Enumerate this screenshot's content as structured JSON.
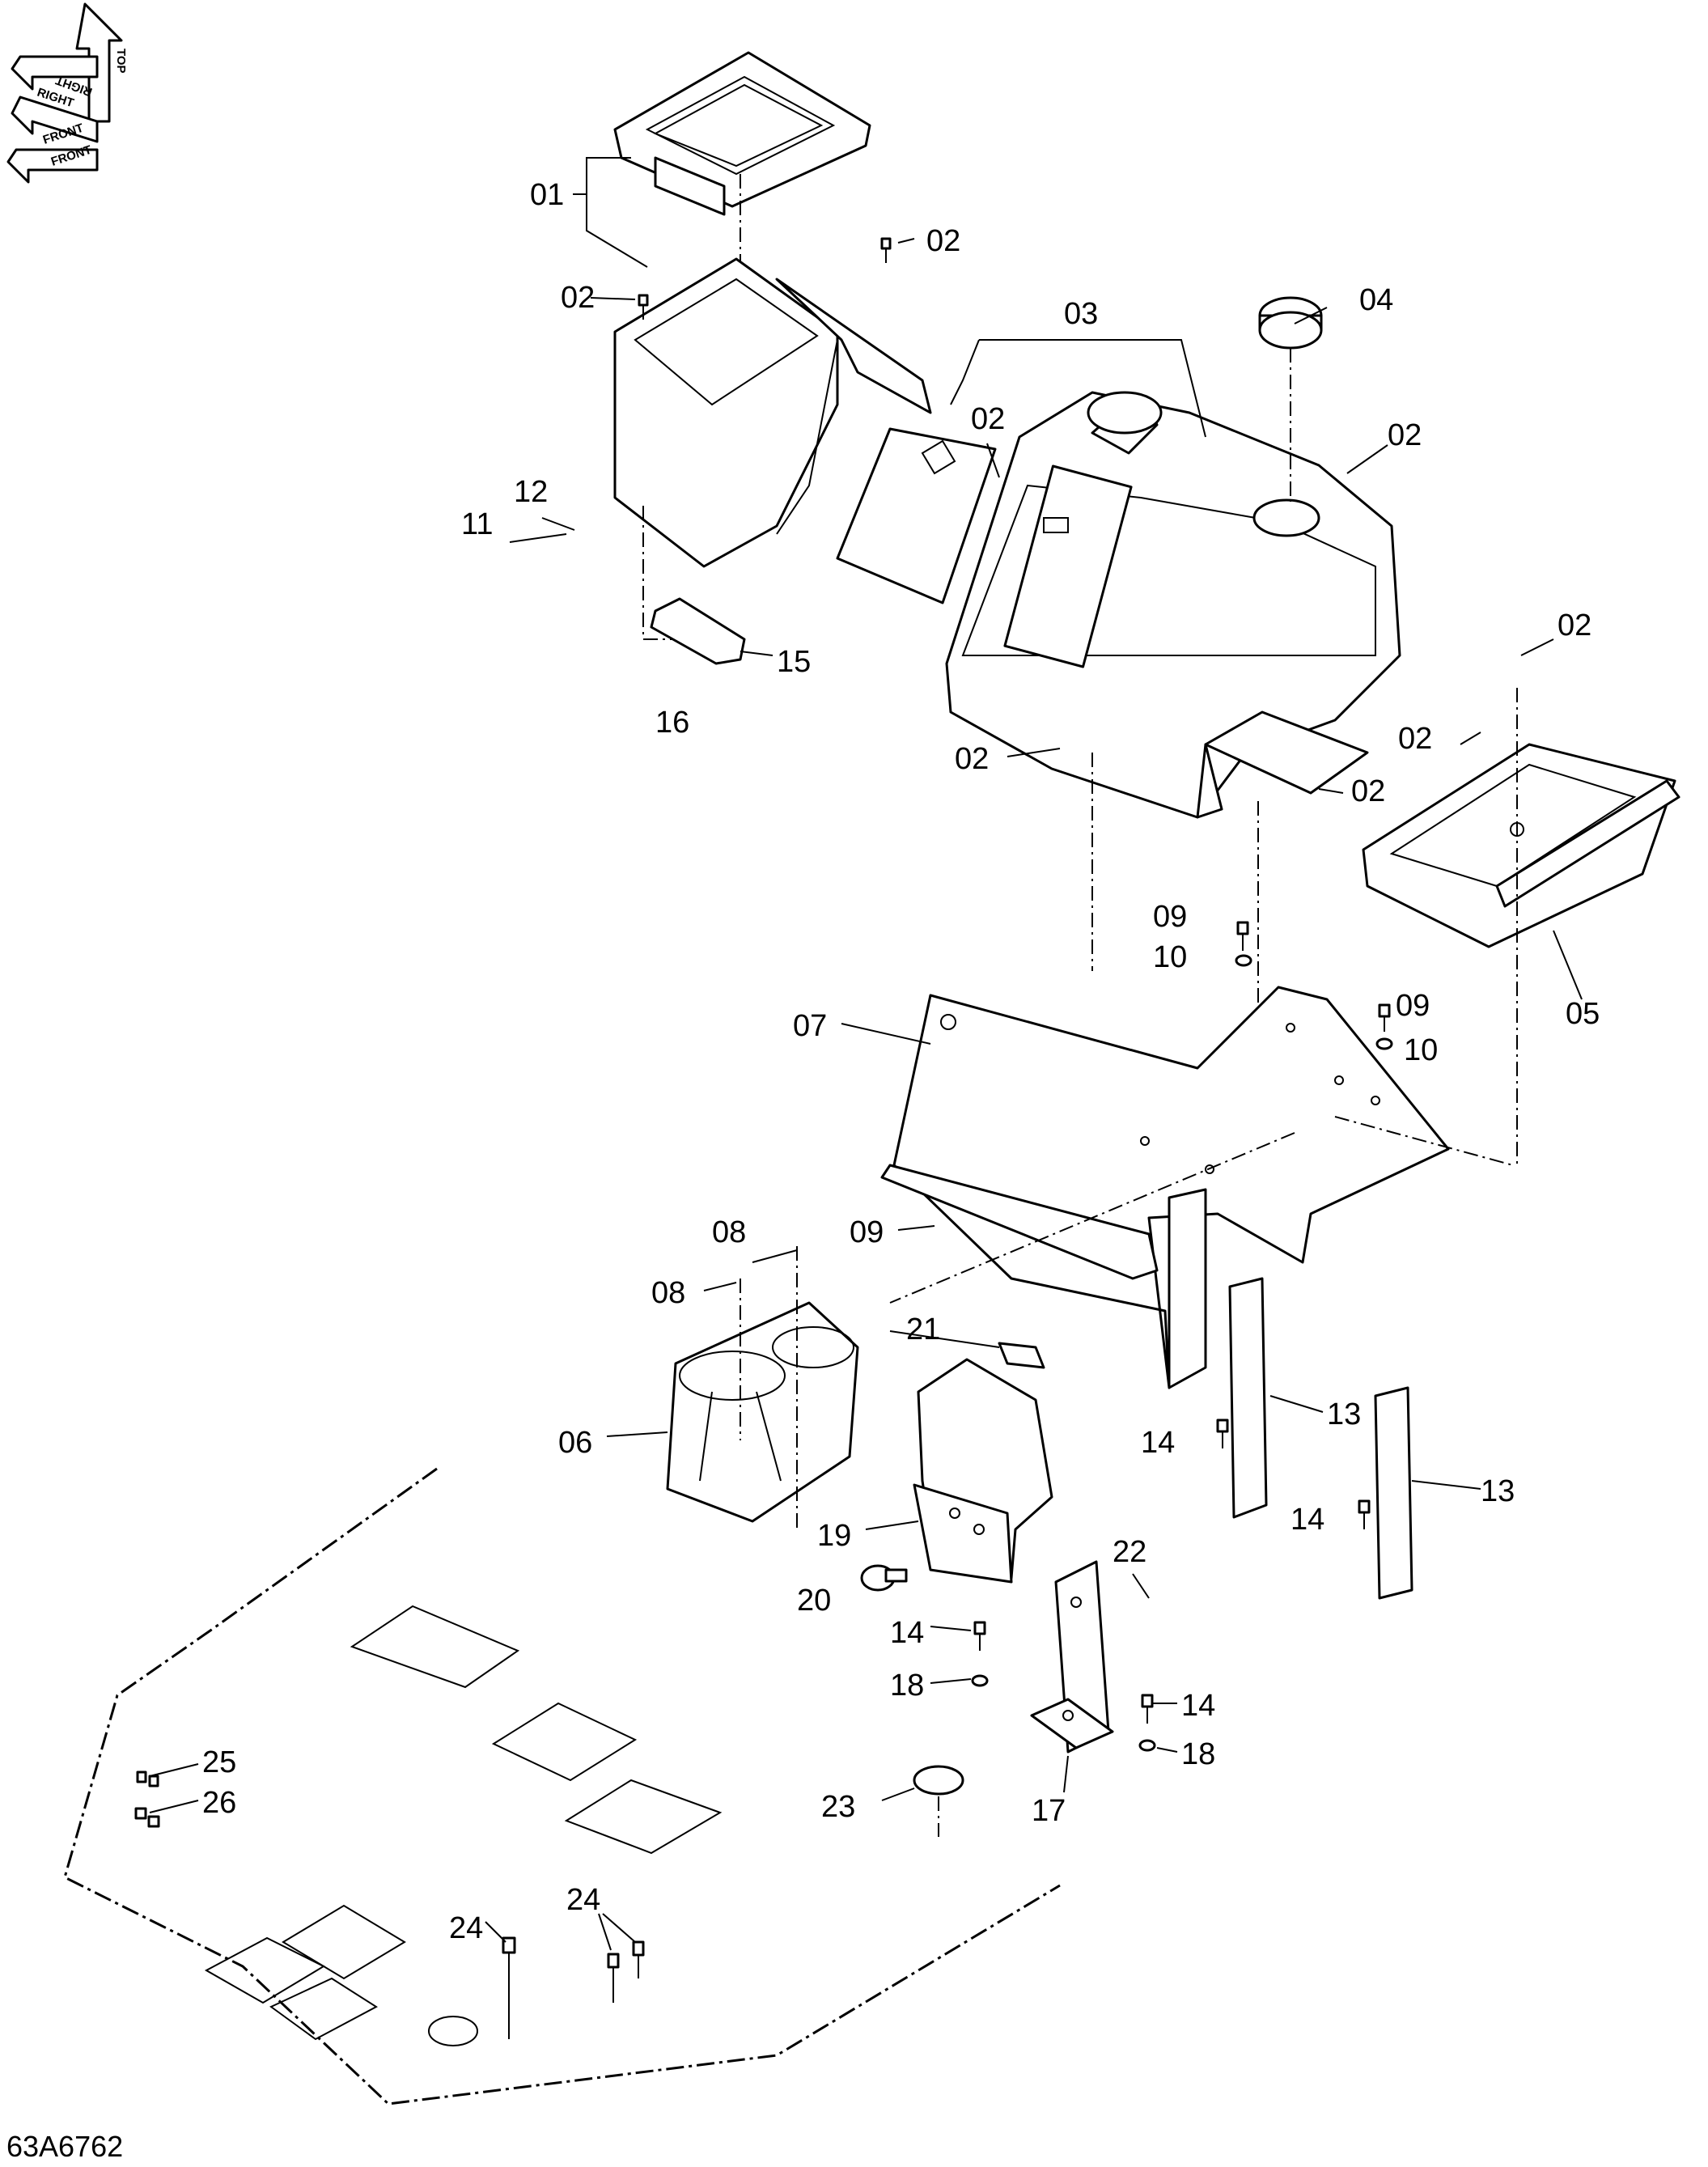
{
  "orientation": {
    "top": "TOP",
    "right": "RIGHT",
    "front": "FRONT",
    "lhs_mirrored": "RIGHT",
    "front_mirrored": "FRONT"
  },
  "drawing_code": "63A6762",
  "callouts": {
    "c01": "01",
    "c02": "02",
    "c03": "03",
    "c04": "04",
    "c05": "05",
    "c06": "06",
    "c07": "07",
    "c08": "08",
    "c09": "09",
    "c10": "10",
    "c11": "11",
    "c12": "12",
    "c13": "13",
    "c14": "14",
    "c15": "15",
    "c16": "16",
    "c17": "17",
    "c18": "18",
    "c19": "19",
    "c20": "20",
    "c21": "21",
    "c22": "22",
    "c23": "23",
    "c24": "24",
    "c25": "25",
    "c26": "26"
  }
}
